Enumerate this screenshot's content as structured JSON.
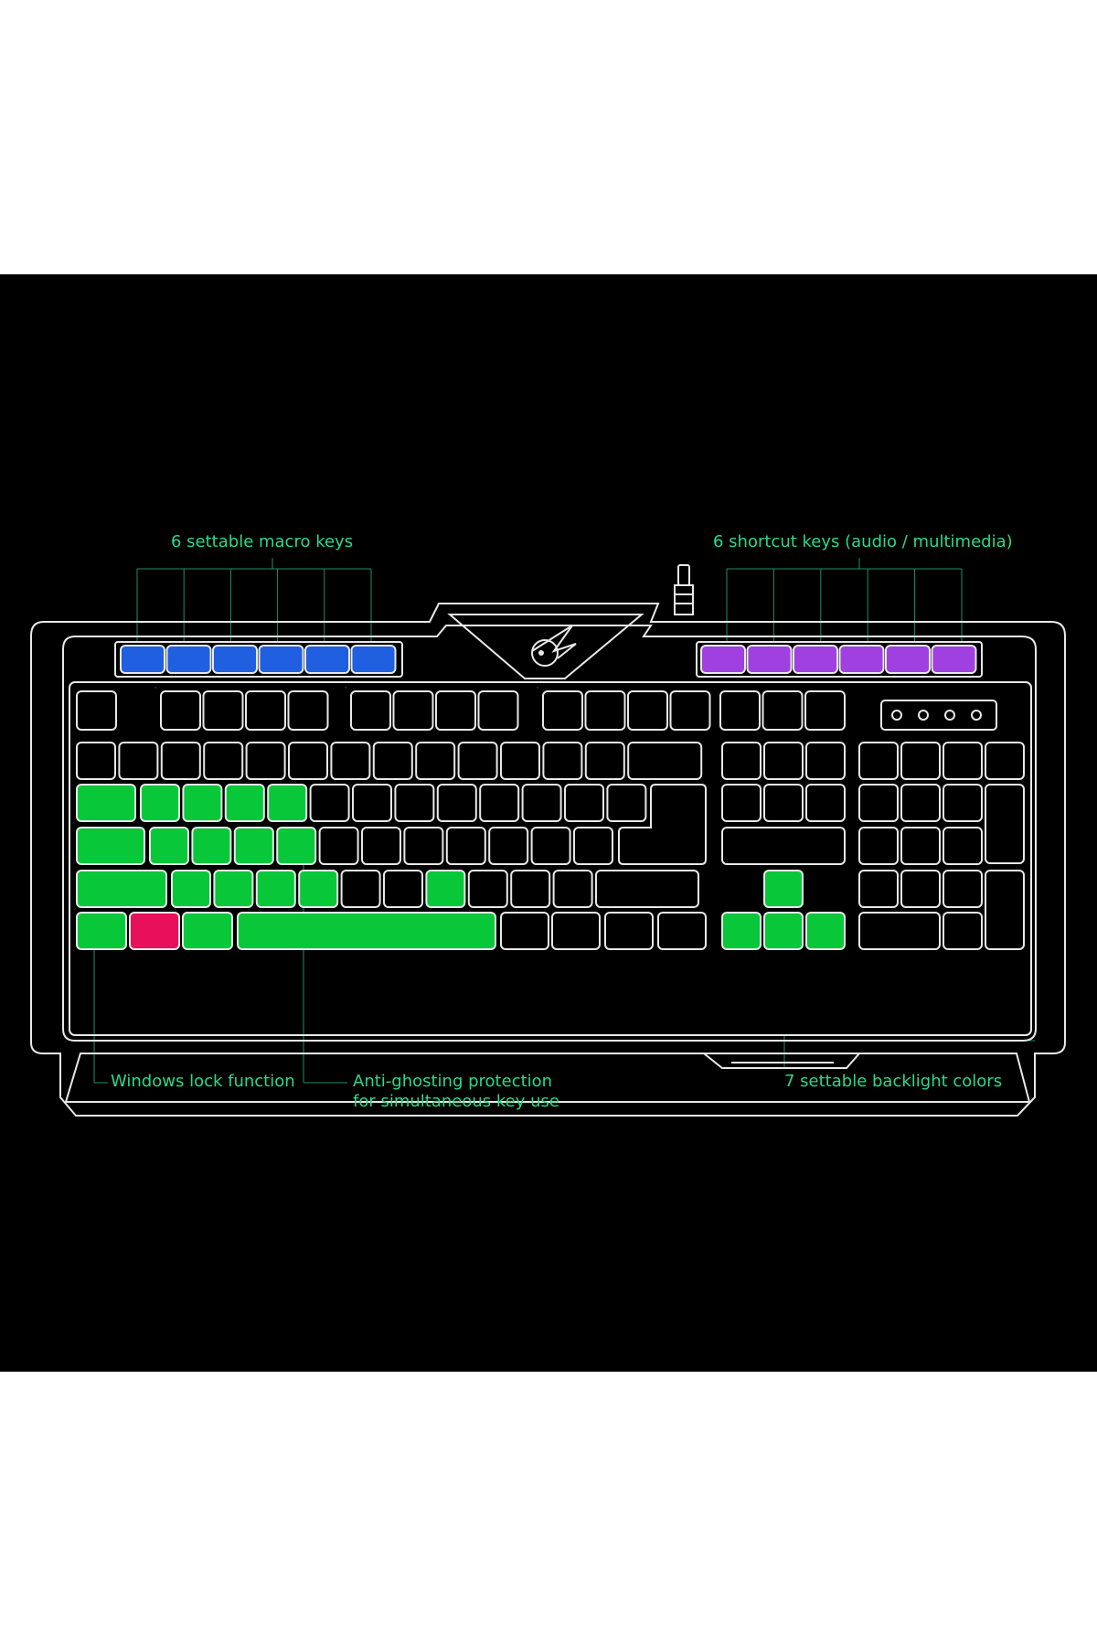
{
  "callouts": {
    "macro_keys": "6 settable macro keys",
    "shortcut_keys": "6 shortcut keys (audio / multimedia)",
    "windows_lock": "Windows lock function",
    "anti_ghosting_line1": "Anti-ghosting protection",
    "anti_ghosting_line2": "for simultaneous key use",
    "backlight": "7 settable backlight colors"
  },
  "colors": {
    "background": "#000000",
    "outline": "#e8e8e8",
    "callout_text": "#2bd98a",
    "leader_line": "#1f8f62",
    "macro_keys": "#1f5fe0",
    "shortcut_keys": "#a040e0",
    "wasd_highlight": "#08c83a",
    "windows_lock_key": "#e8105a"
  },
  "icons": {
    "logo": "bird-logo-icon",
    "cable": "usb-cable-icon",
    "led": "indicator-led-icon"
  }
}
